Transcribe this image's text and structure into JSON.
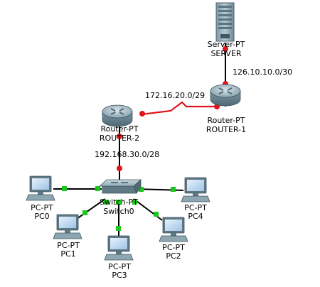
{
  "devices": {
    "server": {
      "type": "Server-PT",
      "name": "SERVER"
    },
    "router1": {
      "type": "Router-PT",
      "name": "ROUTER-1"
    },
    "router2": {
      "type": "Router-PT",
      "name": "ROUTER-2"
    },
    "switch0": {
      "type": "Switch-PT",
      "name": "Switch0"
    },
    "pc0": {
      "type": "PC-PT",
      "name": "PC0"
    },
    "pc1": {
      "type": "PC-PT",
      "name": "PC1"
    },
    "pc2": {
      "type": "PC-PT",
      "name": "PC2"
    },
    "pc3": {
      "type": "PC-PT",
      "name": "PC3"
    },
    "pc4": {
      "type": "PC-PT",
      "name": "PC4"
    }
  },
  "networks": {
    "server_router1": "126.10.10.0/30",
    "router1_router2": "172.16.20.0/29",
    "router2_switch": "192.168.30.0/28"
  },
  "colors": {
    "link_up": "#1ac71a",
    "link_down": "#e0141b",
    "serial": "#e0141b",
    "cable": "#000000"
  }
}
